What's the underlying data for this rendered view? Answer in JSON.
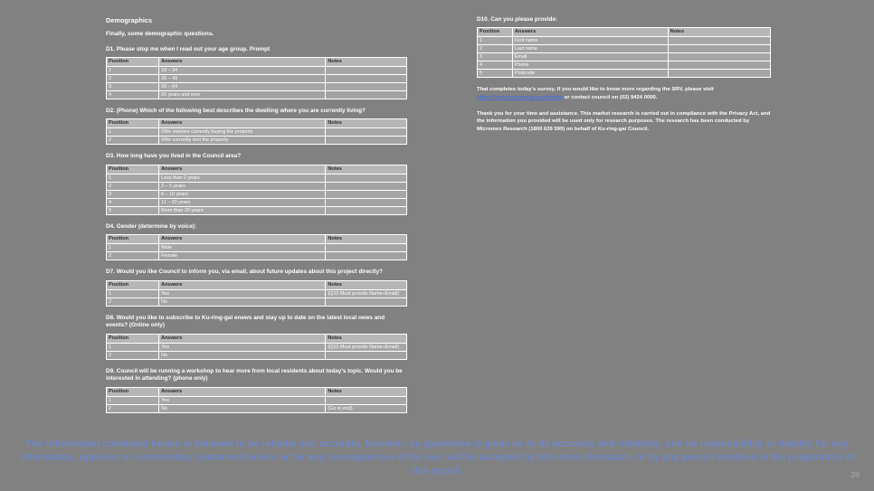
{
  "slide": {
    "background_color": "#818181",
    "page_number": "39"
  },
  "left_column": {
    "section_title": "Demographics",
    "lead_text": "Finally, some demographic questions.",
    "blocks": [
      {
        "question": "D1. Please stop me when I read out your age group. Prompt",
        "headers": [
          "Position",
          "Answers",
          "Notes"
        ],
        "rows": [
          [
            "1",
            "18 – 34",
            ""
          ],
          [
            "2",
            "35 – 49",
            ""
          ],
          [
            "3",
            "50 – 64",
            ""
          ],
          [
            "4",
            "65 years and over",
            ""
          ]
        ]
      },
      {
        "question": "D2. (Phone) Which of the following best describes the dwelling where you are currently living?",
        "headers": [
          "Position",
          "Answers",
          "Notes"
        ],
        "rows": [
          [
            "1",
            "I/We own/are currently buying the property",
            ""
          ],
          [
            "2",
            "I/We currently rent the property",
            ""
          ]
        ]
      },
      {
        "question": "D3. How long have you lived in the Council area?",
        "headers": [
          "Position",
          "Answers",
          "Notes"
        ],
        "rows": [
          [
            "1",
            "Less than 2 years",
            ""
          ],
          [
            "2",
            "2 – 5 years",
            ""
          ],
          [
            "3",
            "6 – 10 years",
            ""
          ],
          [
            "4",
            "11 – 20 years",
            ""
          ],
          [
            "5",
            "More than 20 years",
            ""
          ]
        ]
      },
      {
        "question": "D4. Gender (determine by voice):",
        "headers": [
          "Position",
          "Answers",
          "Notes"
        ],
        "rows": [
          [
            "1",
            "Male",
            ""
          ],
          [
            "2",
            "Female",
            ""
          ]
        ]
      },
      {
        "question": "D7. Would you like Council to inform you, via email, about future updates about this project directly?",
        "headers": [
          "Position",
          "Answers",
          "Notes"
        ],
        "rows": [
          [
            "1",
            "Yes",
            "(Q10 Must provide Name+Email)"
          ],
          [
            "2",
            "No",
            ""
          ]
        ]
      },
      {
        "question": "D8. Would you like to subscribe to Ku-ring-gai enews and stay up to date on the latest local news and events? (Online only)",
        "headers": [
          "Position",
          "Answers",
          "Notes"
        ],
        "rows": [
          [
            "1",
            "Yes",
            "(Q10 Must provide Name+Email)"
          ],
          [
            "2",
            "No",
            ""
          ]
        ]
      },
      {
        "question": "D9. Council will be running a workshop to hear more from local residents about today’s topic. Would you be interested in attending? (phone only)",
        "headers": [
          "Position",
          "Answers",
          "Notes"
        ],
        "rows": [
          [
            "1",
            "Yes",
            ""
          ],
          [
            "2",
            "No",
            "(Go to end)"
          ]
        ]
      }
    ]
  },
  "right_column": {
    "question": "D10. Can you please provide:",
    "headers": [
      "Position",
      "Answers",
      "Notes"
    ],
    "rows": [
      [
        "1",
        "First name",
        ""
      ],
      [
        "2",
        "Last name",
        ""
      ],
      [
        "3",
        "Email",
        ""
      ],
      [
        "4",
        "Phone",
        ""
      ],
      [
        "5",
        "Postcode",
        ""
      ]
    ],
    "closing_1_before": "That completes today’s survey. If you would like to know more regarding the SRV, please visit ",
    "closing_1_link": "https://www.krg.nsw.gov.au/Home",
    "closing_1_after": " or contact council on (02) 9424 0000.",
    "closing_2": "Thank you for your time and assistance. This market research is carried out in compliance with the Privacy Act, and the information you provided will be used only for research purposes. The research has been conducted by Micromex Research (1800 639 599) on behalf of Ku-ring-gai Council."
  },
  "footer": {
    "disclaimer": "The information contained herein is believed to be reliable and accurate, however, no guarantee is given as to its accuracy and reliability, and no responsibility or liability for any information, opinions or commentary contained herein, or for any consequences of its use, will be accepted by Micromex Research, or by any person involved in the preparation of this report."
  }
}
